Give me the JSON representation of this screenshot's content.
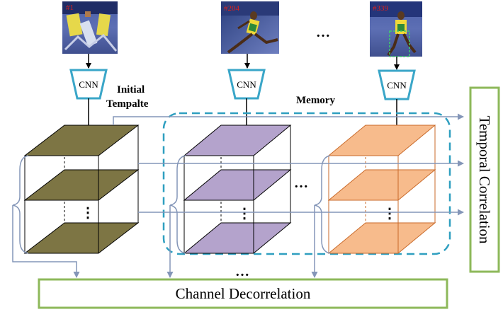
{
  "frames": [
    {
      "label": "#1"
    },
    {
      "label": "#204"
    },
    {
      "label": "#339"
    }
  ],
  "frames_ellipsis": "…",
  "cnn_label": "CNN",
  "initial_template_line1": "Initial",
  "initial_template_line2": "Tempalte",
  "memory_label": "Memory",
  "temporal_correlation_label": "Temporal Correlation",
  "channel_decorrelation_label": "Channel Decorrelation",
  "memory_ellipsis": "…",
  "bottom_ellipsis": "…",
  "layer_ellipsis": "⋮",
  "colors": {
    "template_face": "#7d7544",
    "memory_purple_face": "#b4a3cc",
    "memory_orange_face": "#f7bb8c",
    "cnn_outline": "#3aa6c8",
    "memory_dash": "#2f9fc0",
    "arrow_gray": "#8496b8",
    "green_border": "#8db85a",
    "orange_edge": "#c96a2a"
  }
}
